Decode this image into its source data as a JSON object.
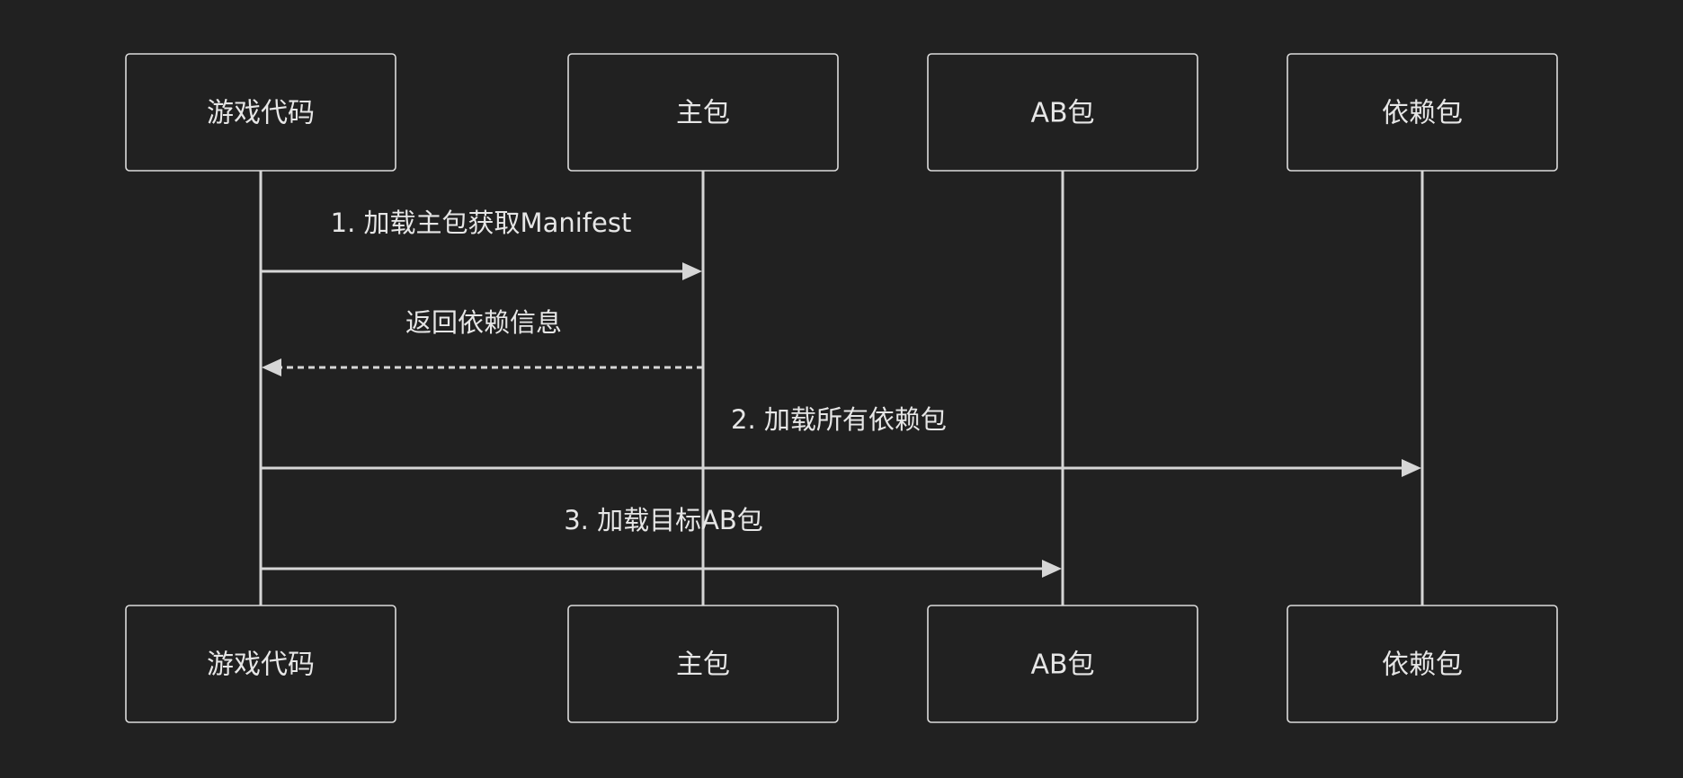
{
  "participants": [
    {
      "id": "game",
      "label": "游戏代码"
    },
    {
      "id": "main",
      "label": "主包"
    },
    {
      "id": "ab",
      "label": "AB包"
    },
    {
      "id": "dep",
      "label": "依赖包"
    }
  ],
  "messages": [
    {
      "from": "game",
      "to": "main",
      "label": "1. 加载主包获取Manifest",
      "style": "solid"
    },
    {
      "from": "main",
      "to": "game",
      "label": "返回依赖信息",
      "style": "dashed"
    },
    {
      "from": "game",
      "to": "dep",
      "label": "2. 加载所有依赖包",
      "style": "solid"
    },
    {
      "from": "game",
      "to": "ab",
      "label": "3. 加载目标AB包",
      "style": "solid"
    }
  ],
  "colors": {
    "background": "#212121",
    "line": "#d6d6d6",
    "text": "#e6e6e6",
    "box_border": "#dcdcdc"
  }
}
